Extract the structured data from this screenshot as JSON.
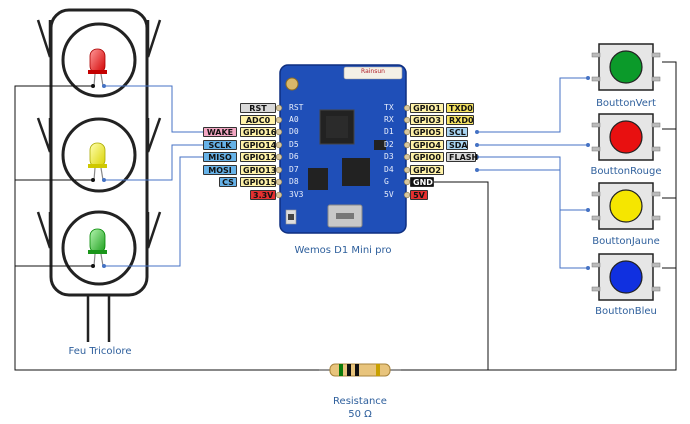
{
  "traffic_light": {
    "label": "Feu Tricolore"
  },
  "board": {
    "name": "Wemos D1 Mini pro",
    "brand": "Rainsun",
    "left_pins": [
      {
        "label": "RST",
        "color": "#d9d9d9"
      },
      {
        "label": "ADC0",
        "color": "#fff2a8"
      },
      {
        "label": "GPIO16",
        "color": "#fff2a8",
        "tag": "WAKE",
        "tag_color": "#f4a7c3"
      },
      {
        "label": "GPIO14",
        "color": "#fff2a8",
        "tag": "SCLK",
        "tag_color": "#66b2e8"
      },
      {
        "label": "GPIO12",
        "color": "#fff2a8",
        "tag": "MISO",
        "tag_color": "#66b2e8"
      },
      {
        "label": "GPIO13",
        "color": "#fff2a8",
        "tag": "MOSI",
        "tag_color": "#66b2e8"
      },
      {
        "label": "GPIO15",
        "color": "#fff2a8",
        "tag": "CS",
        "tag_color": "#66b2e8"
      },
      {
        "label": "3.3V",
        "color": "#e53030"
      }
    ],
    "left_silk": [
      "RST",
      "A0",
      "D0",
      "D5",
      "D6",
      "D7",
      "D8",
      "3V3"
    ],
    "right_pins": [
      {
        "label": "GPIO1",
        "color": "#fff2a8",
        "tag": "TXD0",
        "tag_color": "#f7e463"
      },
      {
        "label": "GPIO3",
        "color": "#fff2a8",
        "tag": "RXD0",
        "tag_color": "#f7e463"
      },
      {
        "label": "GPIO5",
        "color": "#fff2a8",
        "tag": "SCL",
        "tag_color": "#a9d5f2"
      },
      {
        "label": "GPIO4",
        "color": "#fff2a8",
        "tag": "SDA",
        "tag_color": "#a9d5f2"
      },
      {
        "label": "GPIO0",
        "color": "#fff2a8",
        "tag": "FLASH",
        "tag_color": "#d9d9d9"
      },
      {
        "label": "GPIO2",
        "color": "#fff2a8"
      },
      {
        "label": "GND",
        "color": "#111111"
      },
      {
        "label": "5V",
        "color": "#e53030"
      }
    ],
    "right_silk": [
      "TX",
      "RX",
      "D1",
      "D2",
      "D3",
      "D4",
      "G",
      "5V"
    ]
  },
  "buttons": [
    {
      "label": "BouttonVert",
      "color": "#0b9a2a"
    },
    {
      "label": "BouttonRouge",
      "color": "#e81010"
    },
    {
      "label": "BouttonJaune",
      "color": "#f5e600"
    },
    {
      "label": "BouttonBleu",
      "color": "#1030e0"
    }
  ],
  "resistor": {
    "label": "Resistance",
    "value": "50 Ω"
  },
  "colors": {
    "wire_blue": "#4472c4",
    "wire_black": "#111111",
    "caption": "#2e5f9c"
  }
}
